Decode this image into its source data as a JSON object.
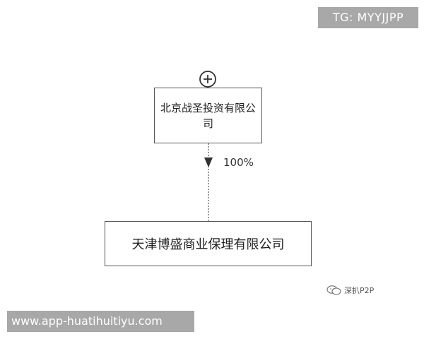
{
  "badges": {
    "tg": "TG: MYYJJPP",
    "url": "www.app-huatihuitiyu.com"
  },
  "diagram": {
    "parent": {
      "name": "北京战圣投资有限公司"
    },
    "edge": {
      "share": "100%"
    },
    "child": {
      "name": "天津博盛商业保理有限公司"
    }
  },
  "watermark": {
    "text": "深扒P2P",
    "icon": "wechat-icon"
  },
  "icons": {
    "expand": "plus-circle-icon",
    "arrow": "arrow-down-icon"
  },
  "colors": {
    "badge_bg": "#a8a8a8",
    "border": "#555555",
    "background": "#ffffff"
  }
}
